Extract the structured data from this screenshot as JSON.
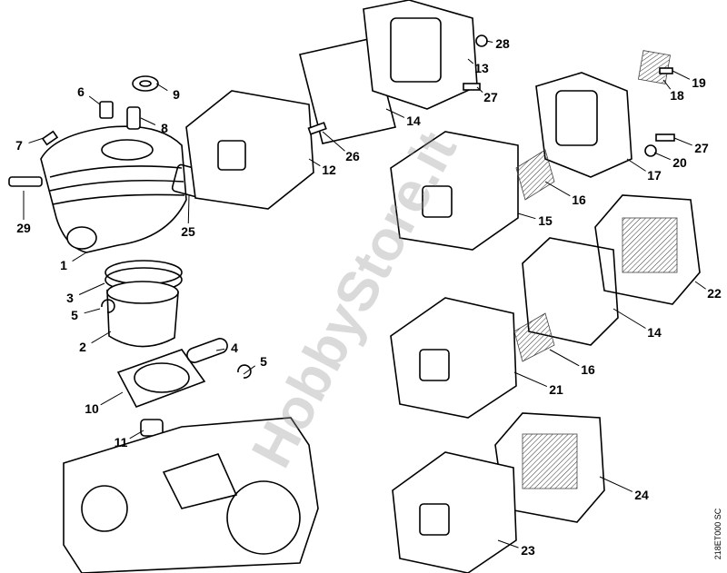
{
  "diagram": {
    "watermark": "HobbyStore.it",
    "drawing_code": "218ET000 SC",
    "part_labels": [
      "28",
      "13",
      "27",
      "19",
      "18",
      "14",
      "26",
      "12",
      "27",
      "20",
      "17",
      "16",
      "15",
      "9",
      "6",
      "8",
      "7",
      "29",
      "25",
      "1",
      "3",
      "5",
      "2",
      "4",
      "5",
      "10",
      "11",
      "22",
      "14",
      "16",
      "21",
      "24",
      "23"
    ]
  }
}
